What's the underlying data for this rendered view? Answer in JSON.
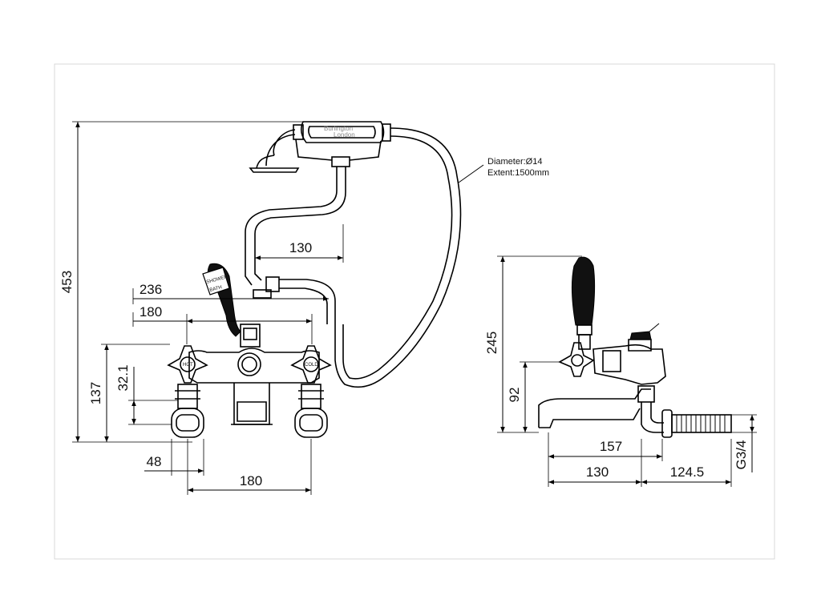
{
  "handset": {
    "brand": "Burlington",
    "sub": "London"
  },
  "lever": {
    "line1": "SHOWER",
    "line2": "BATH"
  },
  "valves": {
    "hot": "HOT",
    "cold": "COLD"
  },
  "hose_note": {
    "line1": "Diameter:Ø14",
    "line2": "Extent:1500mm"
  },
  "front_view": {
    "total_height": "453",
    "cradle_offset": "130",
    "width_overall": "236",
    "width_valves": "180",
    "height_137": "137",
    "height_32": "32.1",
    "leg_width": "48",
    "centres": "180"
  },
  "side_view": {
    "height_245": "245",
    "height_92": "92",
    "length_157": "157",
    "length_130": "130",
    "length_124": "124.5",
    "thread": "G3/4"
  }
}
